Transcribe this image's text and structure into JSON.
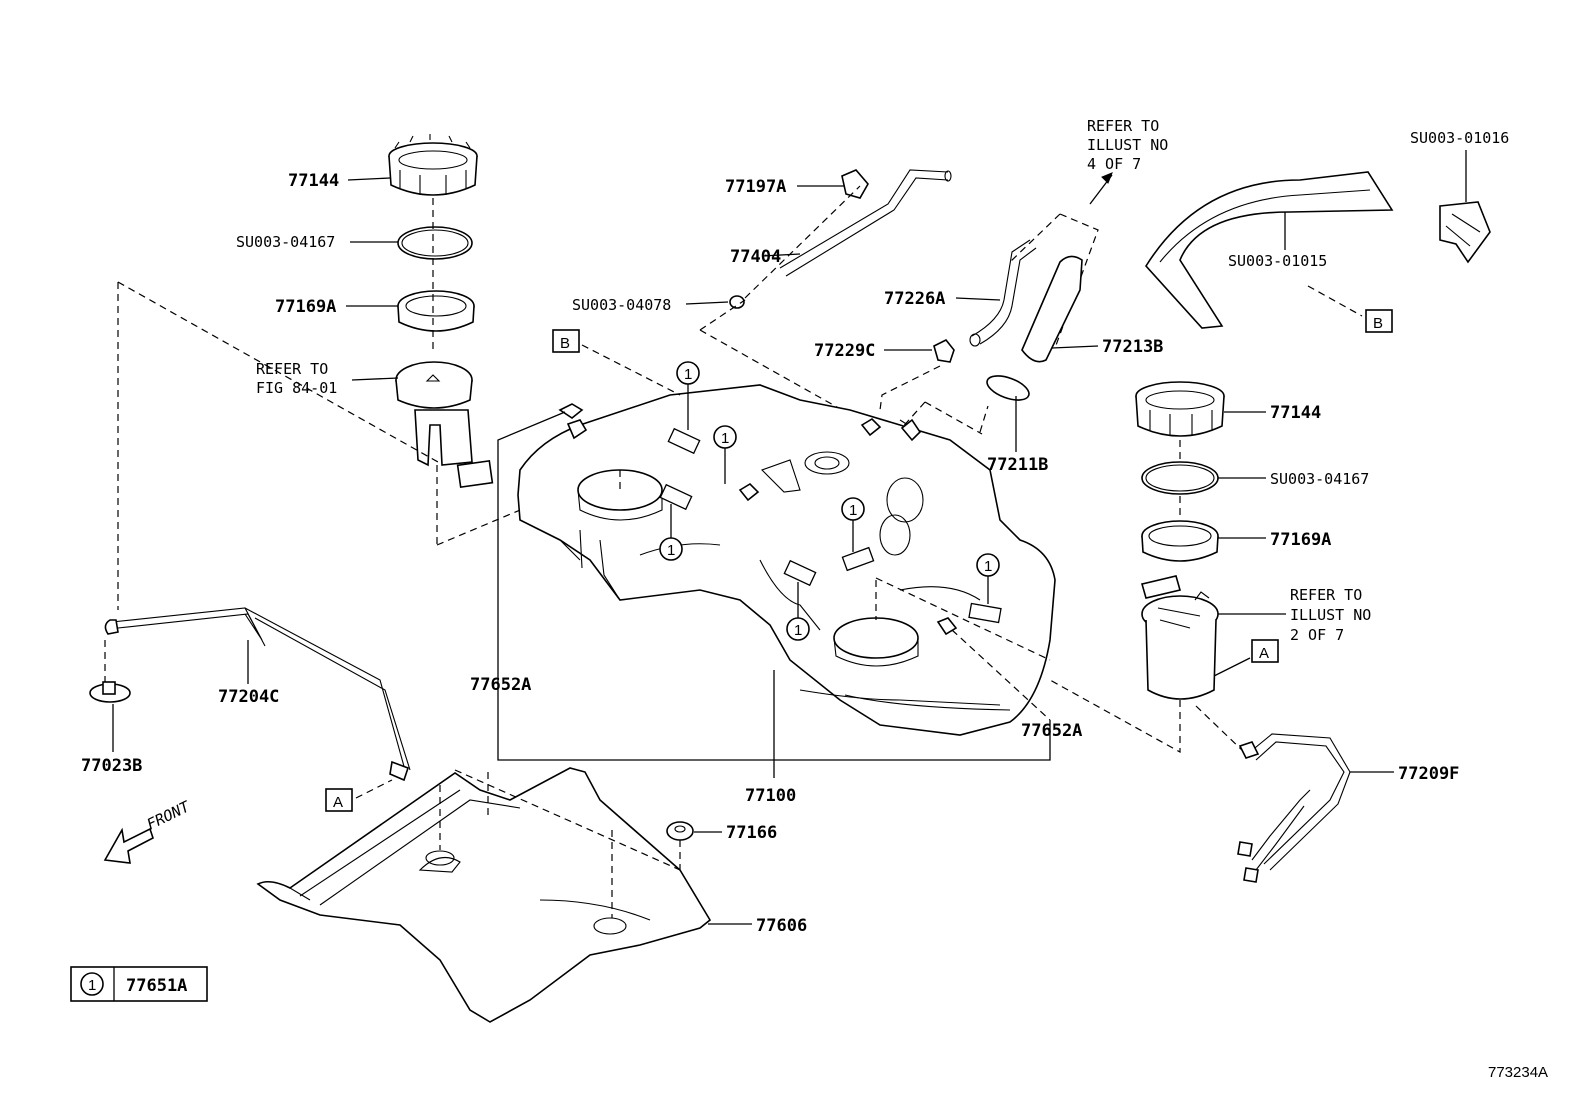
{
  "diagram": {
    "labels": {
      "p77144_left": "77144",
      "p_su003_04167_left": "SU003-04167",
      "p77169a_left": "77169A",
      "refer_fig_line1": "REFER TO",
      "refer_fig_line2": "FIG 84-01",
      "p77197a": "77197A",
      "p77404": "77404",
      "p_su003_04078": "SU003-04078",
      "refer_illust4_line1": "REFER TO",
      "refer_illust4_line2": "ILLUST NO",
      "refer_illust4_line3": "4 OF 7",
      "p77226a": "77226A",
      "p77229c": "77229C",
      "p77213b": "77213B",
      "p77211b": "77211B",
      "p_su003_01016": "SU003-01016",
      "p_su003_01015": "SU003-01015",
      "p77144_right": "77144",
      "p_su003_04167_right": "SU003-04167",
      "p77169a_right": "77169A",
      "refer_illust2_line1": "REFER TO",
      "refer_illust2_line2": "ILLUST NO",
      "refer_illust2_line3": "2 OF 7",
      "p77204c": "77204C",
      "p77023b": "77023B",
      "p77652a_left": "77652A",
      "p77652a_right": "77652A",
      "p77100": "77100",
      "p77166": "77166",
      "p77209f": "77209F",
      "p77606": "77606",
      "front": "FRONT",
      "legend_symbol": "1",
      "legend_part": "77651A",
      "figure_id": "773234A"
    },
    "callouts": {
      "ref_a": "A",
      "ref_b": "B",
      "item_1": "1"
    }
  }
}
